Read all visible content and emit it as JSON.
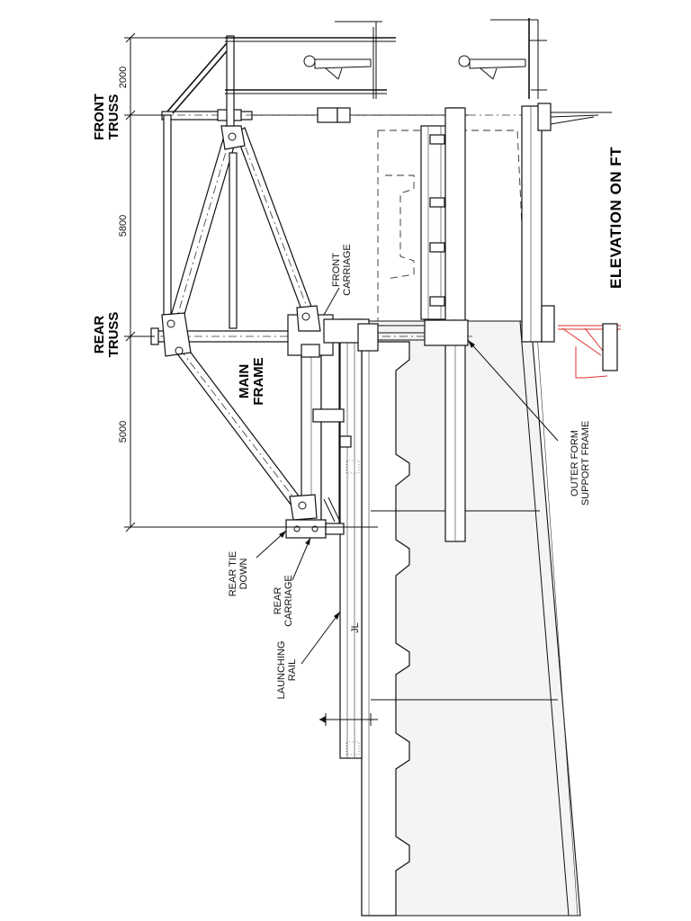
{
  "title": "ELEVATION ON FT",
  "labels": {
    "front_truss": [
      "FRONT",
      "TRUSS"
    ],
    "rear_truss": [
      "REAR",
      "TRUSS"
    ],
    "main_frame": [
      "MAIN",
      "FRAME"
    ],
    "front_carriage": [
      "FRONT",
      "CARRIAGE"
    ],
    "outer_form_support_frame": [
      "OUTER FORM",
      "SUPPORT FRAME"
    ],
    "rear_tie_down": [
      "REAR TIE",
      "DOWN"
    ],
    "rear_carriage": [
      "REAR",
      "CARRIAGE"
    ],
    "launching_rail": [
      "LAUNCHING",
      "RAIL"
    ],
    "centerline_mark": "JL"
  },
  "dimensions": {
    "top": "2000",
    "front_to_rear": "5800",
    "rear_to_tiedown": "5000"
  },
  "colors": {
    "line": "#111111",
    "concrete_fill": "#f4f4f4",
    "red_detail": "#e03030"
  }
}
